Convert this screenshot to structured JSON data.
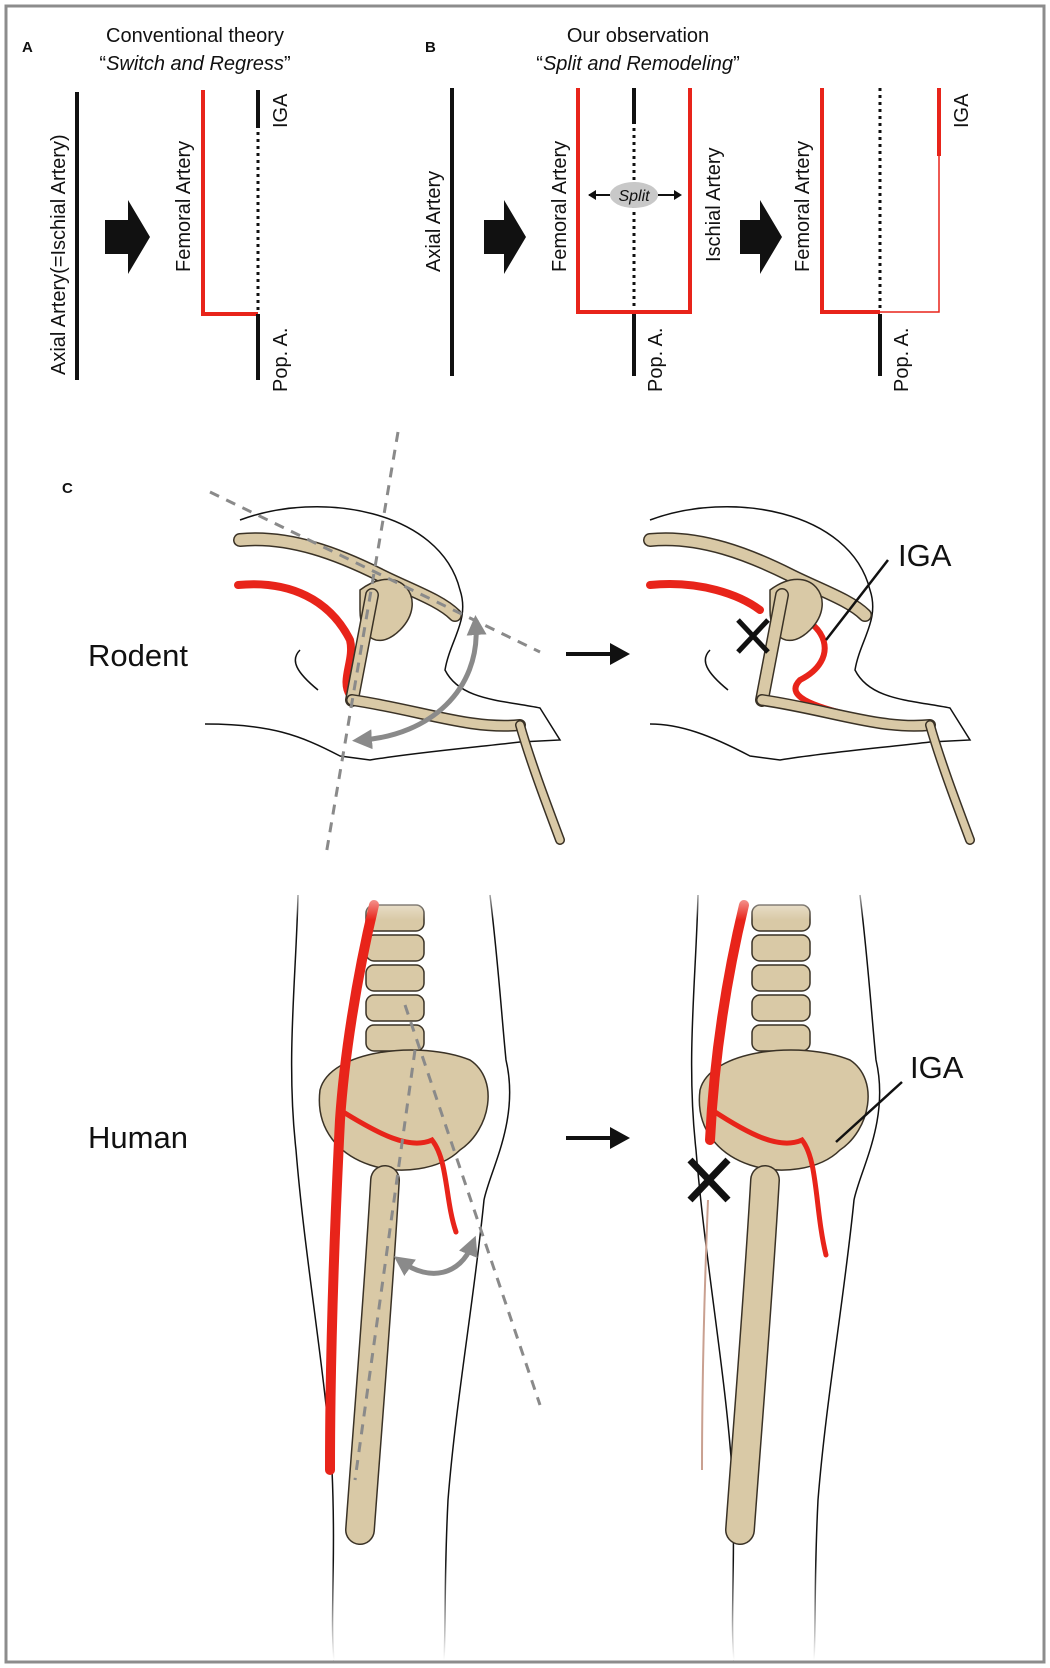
{
  "panels": {
    "a": {
      "letter": "A",
      "title": "Conventional theory",
      "subtitle_open": "“",
      "subtitle_italic": "Switch and Regress",
      "subtitle_close": "”",
      "axial_label": "Axial Artery(=Ischial Artery)",
      "femoral_label": "Femoral Artery",
      "iga_label": "IGA",
      "pop_label": "Pop. A."
    },
    "b": {
      "letter": "B",
      "title": "Our observation",
      "subtitle_open": "“",
      "subtitle_italic": "Split and Remodeling",
      "subtitle_close": "”",
      "axial_label": "Axial Artery",
      "femoral_label": "Femoral Artery",
      "split_label": "Split",
      "ischial_label": "Ischial Artery",
      "pop_label": "Pop. A.",
      "femoral_label_2": "Femoral Artery",
      "pop_label_2": "Pop. A.",
      "iga_label": "IGA"
    },
    "c": {
      "letter": "C",
      "rodent_label": "Rodent",
      "human_label": "Human",
      "rodent_iga_label": "IGA",
      "human_iga_label": "IGA"
    }
  },
  "colors": {
    "artery_red": "#e8241a",
    "bone": "#d9c9a6",
    "bone_outline": "#3a3226",
    "arrow_gray": "#8a8a8a",
    "frame_gray": "#8c8c8c",
    "split_pill": "#c8c8c8"
  }
}
